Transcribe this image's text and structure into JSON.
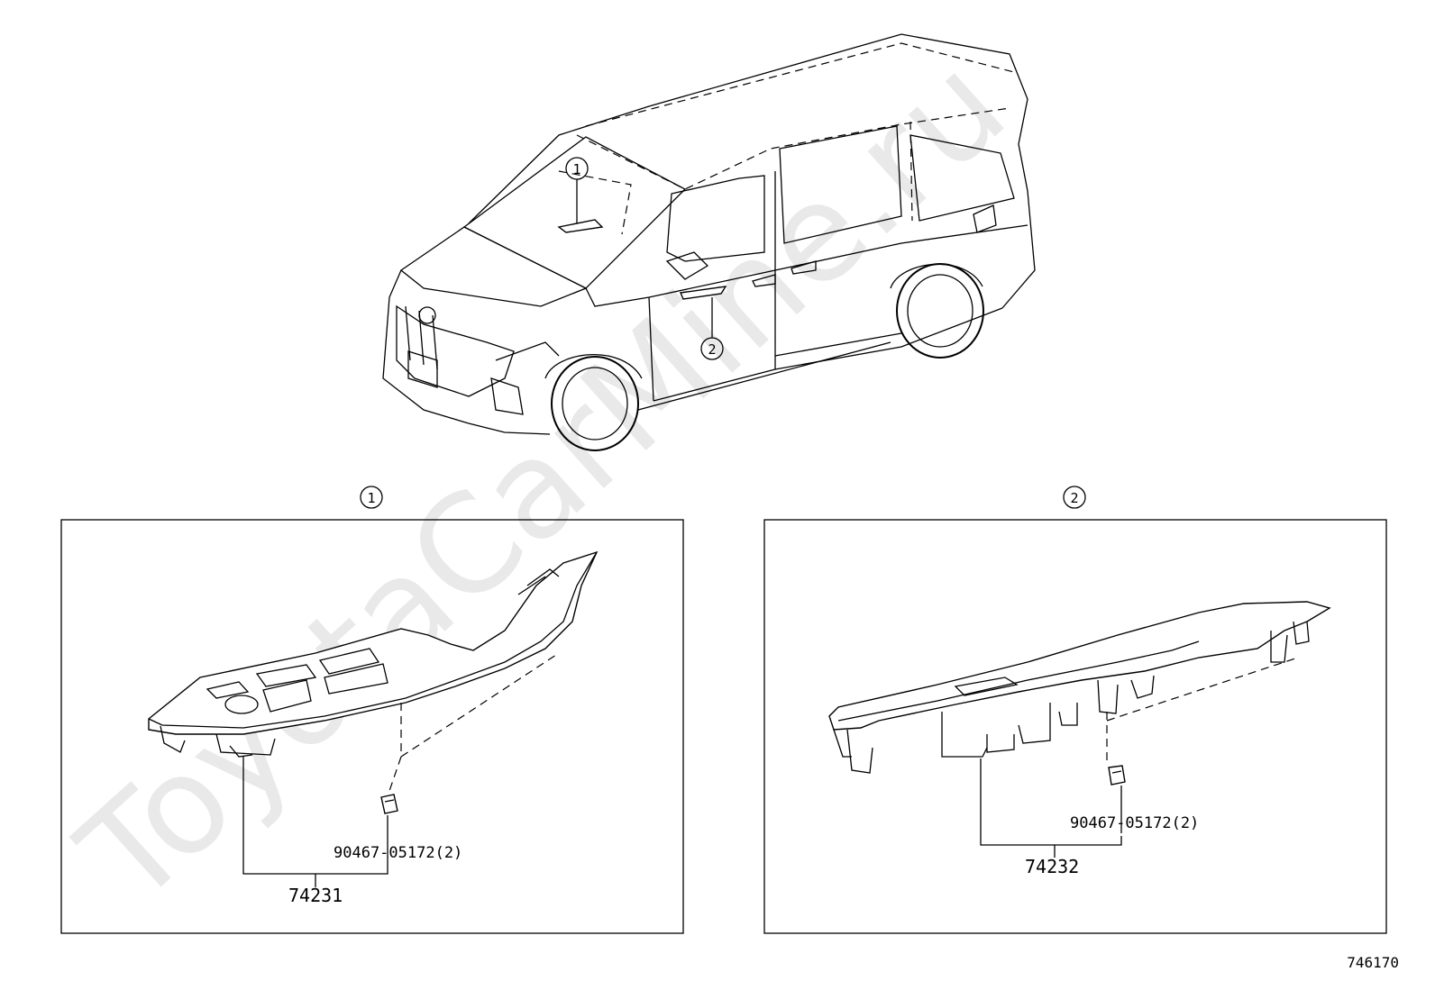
{
  "watermark": "ToyotaCarMine.ru",
  "overview": {
    "callout_1": "1",
    "callout_2": "2"
  },
  "panel_1": {
    "index": "1",
    "clip_label": "90467-05172(2)",
    "part_number": "74231"
  },
  "panel_2": {
    "index": "2",
    "clip_label": "90467-05172(2)",
    "part_number": "74232"
  },
  "diagram_id": "746170"
}
